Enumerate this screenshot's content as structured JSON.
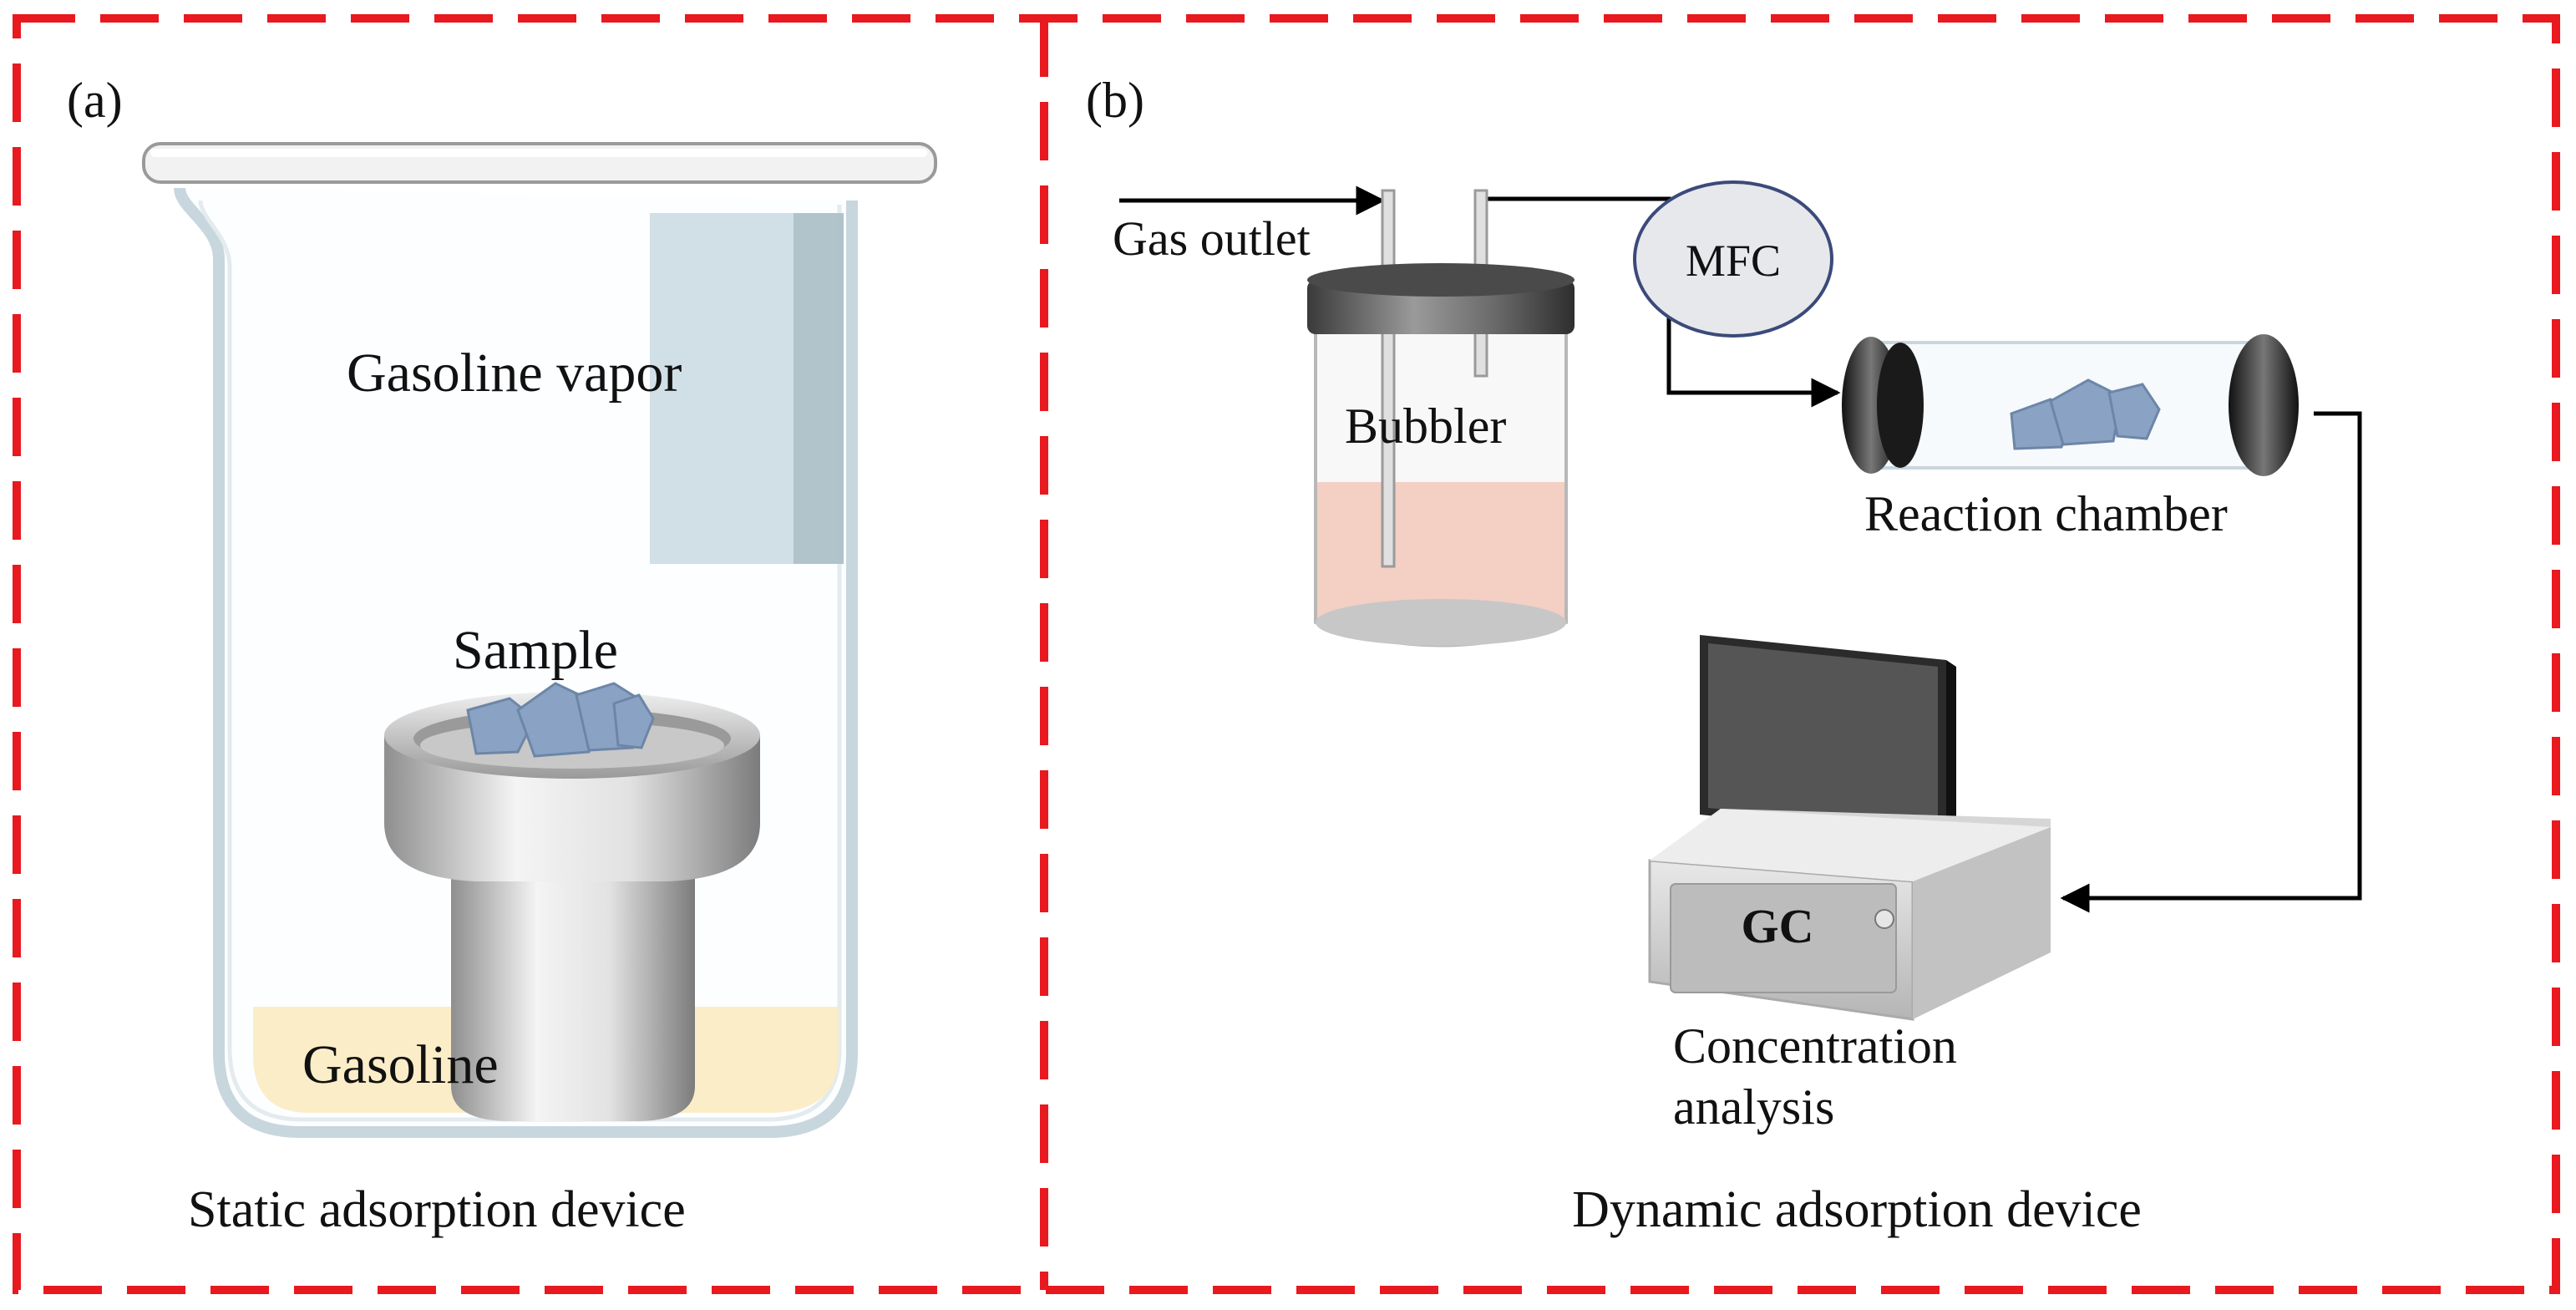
{
  "panel_a": {
    "tag": "(a)",
    "vapor_label": "Gasoline vapor",
    "sample_label": "Sample",
    "liquid_label": "Gasoline",
    "caption": "Static adsorption device"
  },
  "panel_b": {
    "tag": "(b)",
    "gas_outlet_label": "Gas outlet",
    "mfc_label": "MFC",
    "bubbler_label": "Bubbler",
    "chamber_label": "Reaction chamber",
    "gc_label": "GC",
    "analysis_label_line1": "Concentration",
    "analysis_label_line2": "analysis",
    "caption": "Dynamic adsorption device"
  },
  "colors": {
    "frame_red": "#e8191f",
    "gasoline_yellow": "#fbecc4",
    "liquid_pink": "#f3cfc4",
    "sample_blue": "#8aa3c4",
    "vapor_blue": "#c9dbe2"
  }
}
